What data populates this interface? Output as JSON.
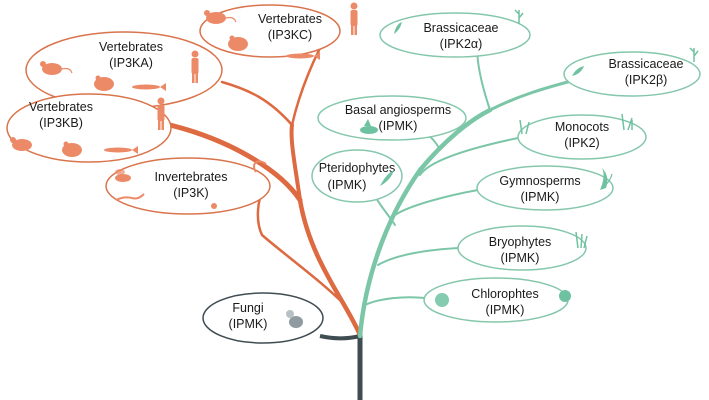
{
  "colors": {
    "animal_branch": "#dd6a40",
    "animal_ellipse": "#d9744c",
    "animal_icon": "#ec8a67",
    "plant_branch": "#7cc6a8",
    "plant_ellipse": "#85c7ac",
    "plant_icon": "#6fc2a1",
    "fungi": "#3f4c52",
    "text": "#1a1a1a"
  },
  "nodes": {
    "ip3kc": {
      "group": "Vertebrates",
      "gene": "(IP3KC)",
      "icons": [
        "mouse-icon",
        "human-icon",
        "frog-icon",
        "fish-icon"
      ]
    },
    "ip3ka": {
      "group": "Vertebrates",
      "gene": "(IP3KA)",
      "icons": [
        "mouse-icon",
        "human-icon",
        "frog-icon",
        "fish-icon"
      ]
    },
    "ip3kb": {
      "group": "Vertebrates",
      "gene": "(IP3KB)",
      "icons": [
        "mouse-icon",
        "human-icon",
        "frog-icon",
        "fish-icon"
      ]
    },
    "ip3k": {
      "group": "Invertebrates",
      "gene": "(IP3K)",
      "icons": [
        "fly-icon",
        "worm-icon",
        "starfish-icon"
      ]
    },
    "fungi": {
      "group": "Fungi",
      "gene": "(IPMK)",
      "icons": [
        "yeast-icon"
      ]
    },
    "ipk2a": {
      "group": "Brassicaceae",
      "gene": "(IPK2α)",
      "icons": [
        "plant-icon"
      ]
    },
    "ipk2b": {
      "group": "Brassicaceae",
      "gene": "(IPK2β)",
      "icons": [
        "plant-icon"
      ]
    },
    "basal": {
      "group": "Basal angiosperms",
      "gene": "(IPMK)",
      "icons": [
        "water-lily-icon"
      ]
    },
    "monocots": {
      "group": "Monocots",
      "gene": "(IPK2)",
      "icons": [
        "grass-icon"
      ]
    },
    "pterido": {
      "group": "Pteridophytes",
      "gene": "(IPMK)",
      "icons": [
        "fern-icon"
      ]
    },
    "gymno": {
      "group": "Gymnosperms",
      "gene": "(IPMK)",
      "icons": [
        "conifer-icon"
      ]
    },
    "bryo": {
      "group": "Bryophytes",
      "gene": "(IPMK)",
      "icons": [
        "moss-icon"
      ]
    },
    "chloro": {
      "group": "Chlorophtes",
      "gene": "(IPMK)",
      "icons": [
        "algae-icon"
      ]
    }
  }
}
